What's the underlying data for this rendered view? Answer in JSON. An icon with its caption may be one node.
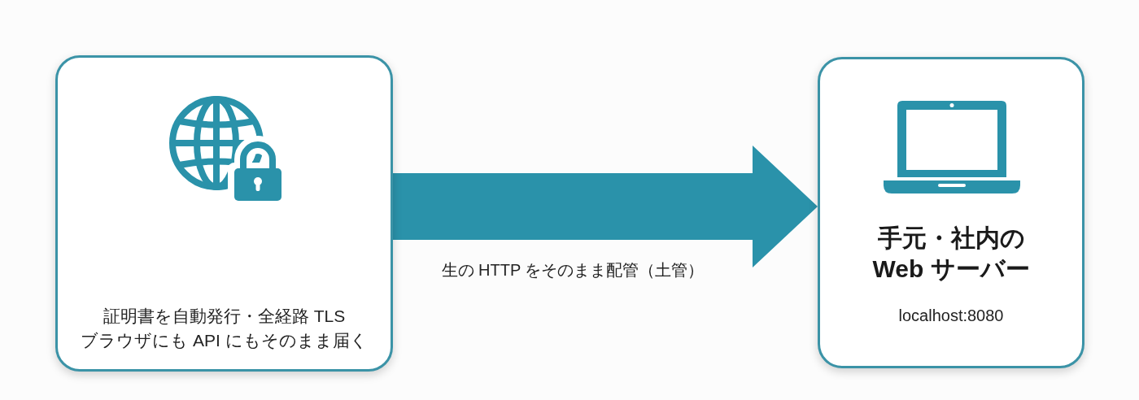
{
  "diagram": {
    "nodes": [
      {
        "text": [
          "証明書を自動発行・全経路 TLS",
          "ブラウザにも API にもそのまま届く"
        ]
      },
      {
        "text": [
          "手元・社内のWeb サーバー",
          "localhost:8080"
        ]
      }
    ],
    "edges": [
      {
        "from": 0,
        "to": 1,
        "arrow": "to",
        "label": "生の HTTP をそのまま配管（土管）",
        "style": "thick"
      }
    ]
  }
}
